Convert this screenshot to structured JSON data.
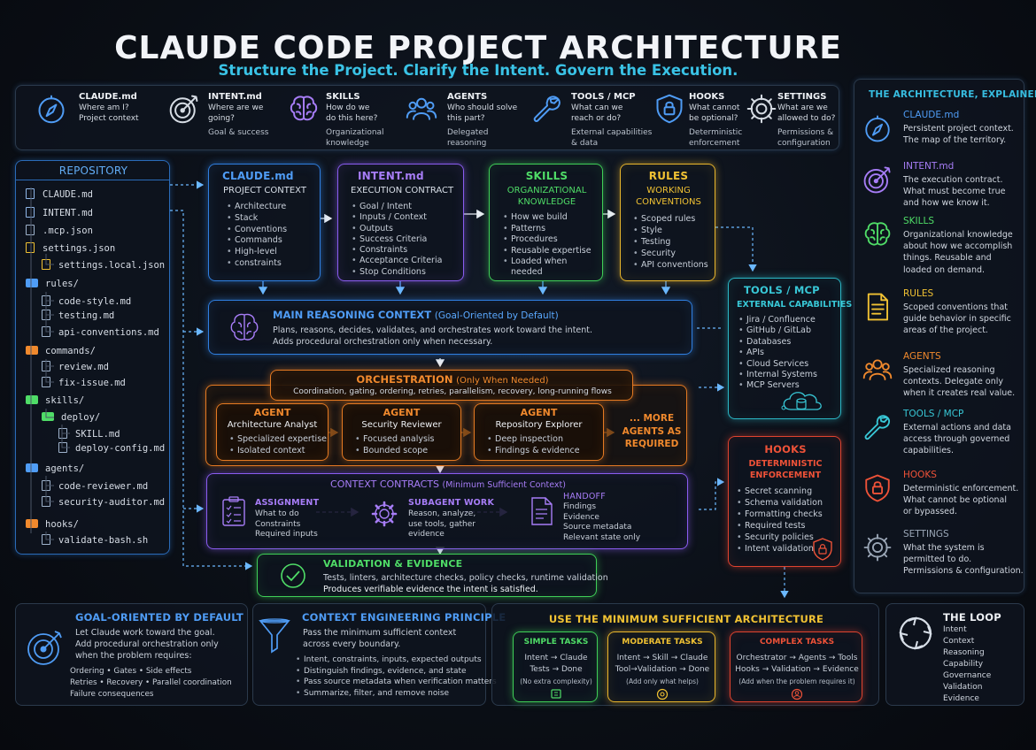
{
  "header": {
    "title": "CLAUDE CODE PROJECT ARCHITECTURE",
    "subtitle": "Structure the Project. Clarify the Intent. Govern the Execution."
  },
  "top_strip": [
    {
      "icon": "compass-icon",
      "title": "CLAUDE.md",
      "l1": "Where am I?",
      "l2": "Project context",
      "l3": "",
      "l4": ""
    },
    {
      "icon": "target-icon",
      "title": "INTENT.md",
      "l1": "Where are we",
      "l2": "going?",
      "l3": "Goal & success",
      "l4": ""
    },
    {
      "icon": "brain-icon",
      "title": "SKILLS",
      "l1": "How do we",
      "l2": "do this here?",
      "l3": "Organizational",
      "l4": "knowledge"
    },
    {
      "icon": "people-icon",
      "title": "AGENTS",
      "l1": "Who should solve",
      "l2": "this part?",
      "l3": "Delegated",
      "l4": "reasoning"
    },
    {
      "icon": "wrench-icon",
      "title": "TOOLS / MCP",
      "l1": "What can we",
      "l2": "reach or do?",
      "l3": "External capabilities",
      "l4": "& data"
    },
    {
      "icon": "lock-icon",
      "title": "HOOKS",
      "l1": "What cannot",
      "l2": "be optional?",
      "l3": "Deterministic",
      "l4": "enforcement"
    },
    {
      "icon": "gear-icon",
      "title": "SETTINGS",
      "l1": "What are we",
      "l2": "allowed to do?",
      "l3": "Permissions &",
      "l4": "configuration"
    }
  ],
  "repository": {
    "title": "REPOSITORY",
    "items": [
      {
        "name": "CLAUDE.md",
        "kind": "file"
      },
      {
        "name": "INTENT.md",
        "kind": "file"
      },
      {
        "name": ".mcp.json",
        "kind": "file"
      },
      {
        "name": "settings.json",
        "kind": "file"
      },
      {
        "name": "settings.local.json",
        "kind": "file"
      },
      {
        "name": "rules/",
        "kind": "folder"
      },
      {
        "name": "code-style.md",
        "kind": "file"
      },
      {
        "name": "testing.md",
        "kind": "file"
      },
      {
        "name": "api-conventions.md",
        "kind": "file"
      },
      {
        "name": "commands/",
        "kind": "folder"
      },
      {
        "name": "review.md",
        "kind": "file"
      },
      {
        "name": "fix-issue.md",
        "kind": "file"
      },
      {
        "name": "skills/",
        "kind": "folder"
      },
      {
        "name": "deploy/",
        "kind": "folder"
      },
      {
        "name": "SKILL.md",
        "kind": "file"
      },
      {
        "name": "deploy-config.md",
        "kind": "file"
      },
      {
        "name": "agents/",
        "kind": "folder"
      },
      {
        "name": "code-reviewer.md",
        "kind": "file"
      },
      {
        "name": "security-auditor.md",
        "kind": "file"
      },
      {
        "name": "hooks/",
        "kind": "folder"
      },
      {
        "name": "validate-bash.sh",
        "kind": "file"
      }
    ]
  },
  "cards": {
    "claude": {
      "title": "CLAUDE.md",
      "subtitle": "PROJECT CONTEXT",
      "items": [
        "Architecture",
        "Stack",
        "Conventions",
        "Commands",
        "High-level",
        "constraints"
      ]
    },
    "intent": {
      "title": "INTENT.md",
      "subtitle": "EXECUTION CONTRACT",
      "items": [
        "Goal / Intent",
        "Inputs / Context",
        "Outputs",
        "Success Criteria",
        "Constraints",
        "Acceptance Criteria",
        "Stop Conditions"
      ]
    },
    "skills": {
      "title": "SKILLS",
      "subtitle1": "ORGANIZATIONAL",
      "subtitle2": "KNOWLEDGE",
      "items": [
        "How we build",
        "Patterns",
        "Procedures",
        "Reusable expertise",
        "Loaded when",
        "needed"
      ]
    },
    "rules": {
      "title": "RULES",
      "subtitle1": "WORKING",
      "subtitle2": "CONVENTIONS",
      "items": [
        "Scoped rules",
        "Style",
        "Testing",
        "Security",
        "API conventions"
      ]
    }
  },
  "tools": {
    "title": "TOOLS / MCP",
    "subtitle": "EXTERNAL CAPABILITIES",
    "items": [
      "Jira / Confluence",
      "GitHub / GitLab",
      "Databases",
      "APIs",
      "Cloud Services",
      "Internal Systems",
      "MCP Servers"
    ]
  },
  "hooks": {
    "title": "HOOKS",
    "subtitle1": "DETERMINISTIC",
    "subtitle2": "ENFORCEMENT",
    "items": [
      "Secret scanning",
      "Schema validation",
      "Formatting checks",
      "Required tests",
      "Security policies",
      "Intent validation"
    ]
  },
  "reasoning": {
    "title": "MAIN REASONING CONTEXT",
    "title_suffix": "(Goal-Oriented by Default)",
    "l1": "Plans, reasons, decides, validates, and orchestrates work toward the intent.",
    "l2": "Adds procedural orchestration only when necessary."
  },
  "orchestration": {
    "title": "ORCHESTRATION",
    "title_suffix": "(Only When Needed)",
    "desc": "Coordination, gating, ordering, retries, parallelism, recovery, long-running flows",
    "agents": [
      {
        "label": "AGENT",
        "name": "Architecture Analyst",
        "items": [
          "Specialized expertise",
          "Isolated context"
        ]
      },
      {
        "label": "AGENT",
        "name": "Security Reviewer",
        "items": [
          "Focused analysis",
          "Bounded scope"
        ]
      },
      {
        "label": "AGENT",
        "name": "Repository Explorer",
        "items": [
          "Deep inspection",
          "Findings & evidence"
        ]
      }
    ],
    "more": [
      "... MORE",
      "AGENTS AS",
      "REQUIRED"
    ]
  },
  "contracts": {
    "title": "CONTEXT CONTRACTS",
    "title_suffix": "(Minimum Sufficient Context)",
    "assignment": {
      "title": "ASSIGNMENT",
      "items": [
        "What to do",
        "Constraints",
        "Required inputs"
      ]
    },
    "subagent": {
      "title": "SUBAGENT WORK",
      "items": [
        "Reason, analyze,",
        "use tools, gather",
        "evidence"
      ]
    },
    "handoff": {
      "title": "HANDOFF",
      "items": [
        "Findings",
        "Evidence",
        "Source metadata",
        "Relevant state only"
      ]
    }
  },
  "validation": {
    "title": "VALIDATION & EVIDENCE",
    "l1": "Tests, linters, architecture checks, policy checks, runtime validation",
    "l2": "Produces verifiable evidence the intent is satisfied."
  },
  "explained": {
    "title": "THE ARCHITECTURE, EXPLAINED",
    "items": [
      {
        "icon": "compass-icon",
        "title": "CLAUDE.md",
        "lines": [
          "Persistent project context.",
          "The map of the territory."
        ]
      },
      {
        "icon": "target-icon",
        "title": "INTENT.md",
        "lines": [
          "The execution contract.",
          "What must become true",
          "and how we know it."
        ]
      },
      {
        "icon": "brain-icon",
        "title": "SKILLS",
        "lines": [
          "Organizational knowledge",
          "about how we accomplish",
          "things. Reusable and",
          "loaded on demand."
        ]
      },
      {
        "icon": "document-icon",
        "title": "RULES",
        "lines": [
          "Scoped conventions that",
          "guide behavior in specific",
          "areas of the project."
        ]
      },
      {
        "icon": "people-icon",
        "title": "AGENTS",
        "lines": [
          "Specialized reasoning",
          "contexts. Delegate only",
          "when it creates real value."
        ]
      },
      {
        "icon": "wrench-icon",
        "title": "TOOLS / MCP",
        "lines": [
          "External actions and data",
          "access through governed",
          "capabilities."
        ]
      },
      {
        "icon": "lock-icon",
        "title": "HOOKS",
        "lines": [
          "Deterministic enforcement.",
          "What cannot be optional",
          "or bypassed."
        ]
      },
      {
        "icon": "gear-icon",
        "title": "SETTINGS",
        "lines": [
          "What the system is",
          "permitted to do.",
          "Permissions & configuration."
        ]
      }
    ]
  },
  "goal": {
    "title": "GOAL-ORIENTED BY DEFAULT",
    "l1": "Let Claude work toward the goal.",
    "l2": "Add procedural orchestration only",
    "l3": "when the problem requires:",
    "r1": "Ordering  •  Gates  •  Side effects",
    "r2": "Retries  •  Recovery  •  Parallel coordination",
    "r3": "Failure consequences"
  },
  "principle": {
    "title": "CONTEXT ENGINEERING PRINCIPLE",
    "l1": "Pass the minimum sufficient context",
    "l2": "across every boundary.",
    "items": [
      "Intent, constraints, inputs, expected outputs",
      "Distinguish findings, evidence, and state",
      "Pass source metadata when verification matters",
      "Summarize, filter, and remove noise"
    ]
  },
  "minimum": {
    "title": "USE THE MINIMUM SUFFICIENT ARCHITECTURE",
    "simple": {
      "title": "SIMPLE TASKS",
      "l1": "Intent → Claude",
      "l2": "Tests → Done",
      "l3": "(No extra complexity)"
    },
    "moderate": {
      "title": "MODERATE TASKS",
      "l1": "Intent → Skill → Claude",
      "l2": "Tool→Validation → Done",
      "l3": "(Add only what helps)"
    },
    "complex": {
      "title": "COMPLEX TASKS",
      "l1": "Orchestrator → Agents → Tools",
      "l2": "Hooks → Validation → Evidence",
      "l3": "(Add when the problem requires it)"
    }
  },
  "loop": {
    "title": "THE LOOP",
    "items": [
      "Intent",
      "Context",
      "Reasoning",
      "Capability",
      "Governance",
      "Validation",
      "Evidence"
    ]
  },
  "colors": {
    "blue": "#2f7fe0",
    "purple": "#8a5cf0",
    "green": "#3fcf57",
    "yellow": "#e9b62c",
    "orange": "#e57a22",
    "red": "#e0432f",
    "teal": "#2bb7c6"
  }
}
